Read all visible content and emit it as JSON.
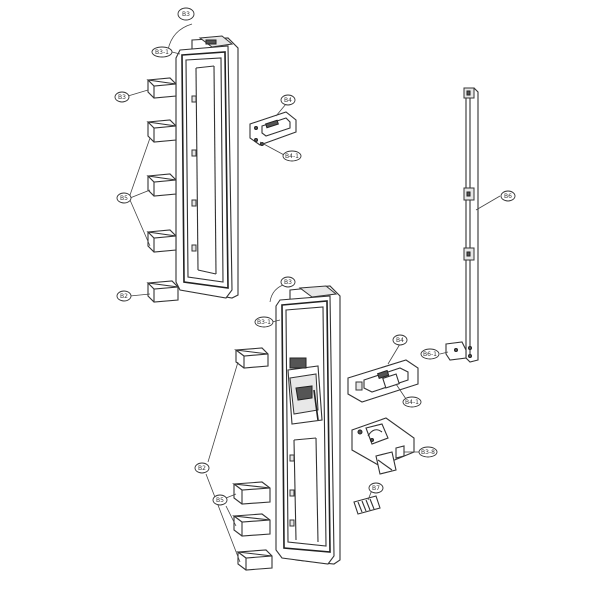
{
  "labels": {
    "door_upper": "B3",
    "door_upper_gasket": "B3-1",
    "door_upper_bin_single": "B3",
    "door_upper_bins_group": "B5",
    "door_upper_small_bin": "B2",
    "panel_upper_cluster": "B4",
    "panel_upper_cluster_sub": "B4-1",
    "hinge_bar": "B6",
    "door_lower": "B3",
    "door_lower_gasket": "B3-1",
    "hinge_small": "B6-1",
    "dispenser_panel": "B4",
    "dispenser_panel_sub": "B4-1",
    "ice_parts": "B3-8",
    "heater": "B7",
    "door_lower_small_bins_group": "B2",
    "door_lower_bins_group": "B5"
  }
}
